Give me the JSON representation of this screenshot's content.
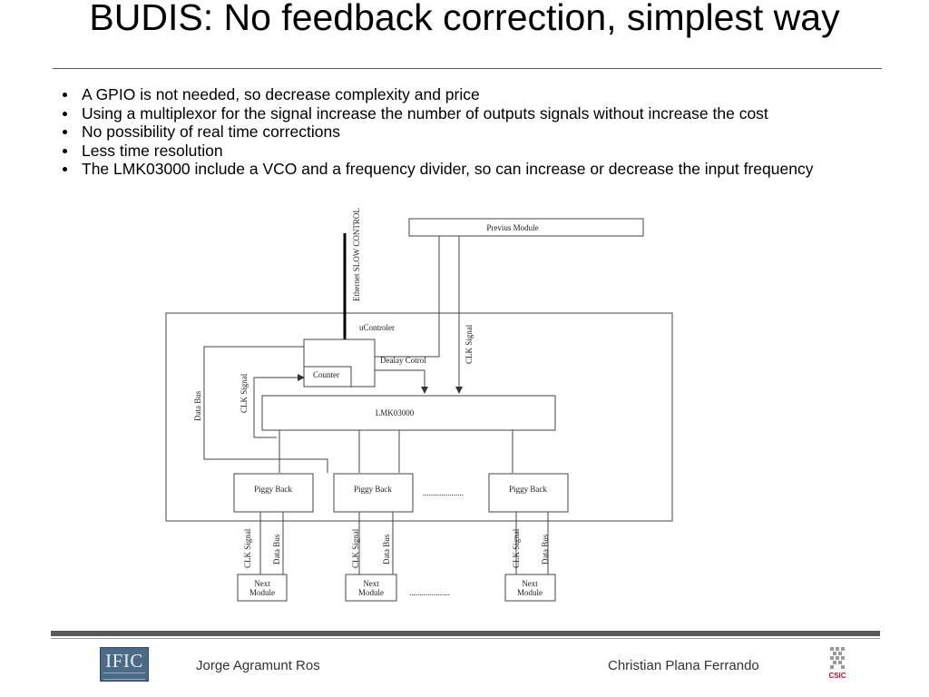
{
  "slide": {
    "title": "BUDIS: No feedback correction, simplest way",
    "bullets": [
      "A GPIO is not needed, so decrease complexity and price",
      "Using a multiplexor for the signal increase the number of outputs signals without increase the cost",
      "No possibility of real time corrections",
      "Less time resolution",
      "The LMK03000 include a VCO and a frequency divider, so can increase or decrease the input frequency"
    ]
  },
  "diagram": {
    "previous_module": "Previus Module",
    "ethernet_label": "Ethernet SLOW CONTROL",
    "ucontroller": "uControler",
    "counter": "Counter",
    "delay_control": "Dealay Cotrol",
    "clk_signal": "CLK Signal",
    "data_bus": "Data Bus",
    "lmk": "LMK03000",
    "piggy_back": "Piggy Back",
    "next_module_line1": "Next",
    "next_module_line2": "Module",
    "ellipsis": "....................",
    "ellipsis_bottom": "...................."
  },
  "footer": {
    "left_logo_text": "IFIC",
    "author_left": "Jorge Agramunt Ros",
    "author_right": "Christian Plana Ferrando",
    "right_logo_text": "CSIC",
    "left_logo_color": "#4b6a86",
    "right_logo_color": "#c8102e"
  }
}
